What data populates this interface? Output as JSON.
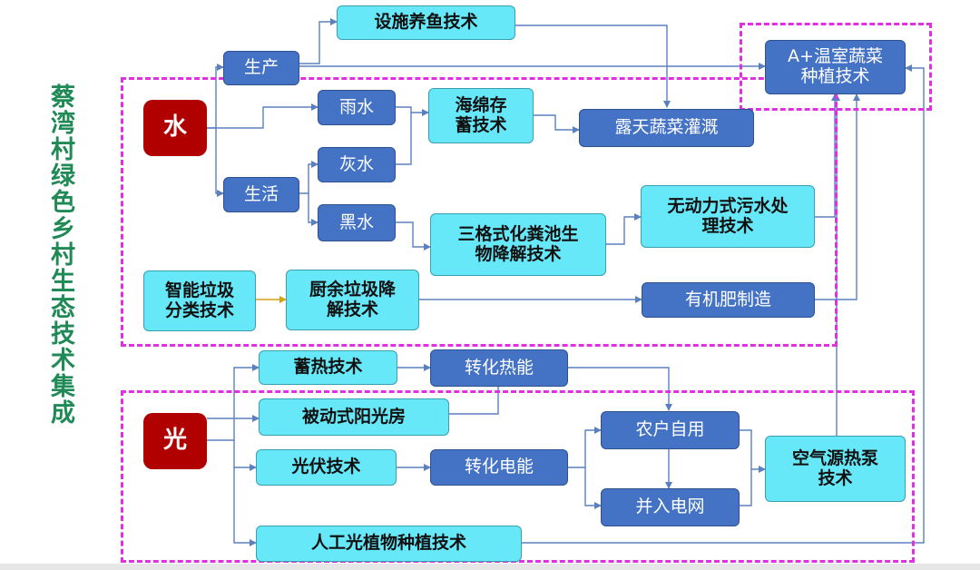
{
  "title": "蔡湾村绿色乡村生态技术集成",
  "colors": {
    "dark_box": "#4472c4",
    "cyan_box": "#66e8f8",
    "source_box": "#b00000",
    "group_border": "#e130e1",
    "title_text": "#1f8a55",
    "connector": "#5b80c0"
  },
  "nodes": {
    "water": "水",
    "light": "光",
    "production": "生产",
    "domestic": "生活",
    "rain": "雨水",
    "grey_water": "灰水",
    "black_water": "黑水",
    "facility_fish": "设施养鱼技术",
    "sponge_storage": "海绵存\n蓄技术",
    "open_irrigation": "露天蔬菜灌溉",
    "greenhouse": "A+温室蔬菜\n种植技术",
    "septic_biodeg": "三格式化粪池生\n物降解技术",
    "unpowered_sewage": "无动力式污水处\n理技术",
    "smart_sorting": "智能垃圾\n分类技术",
    "kitchen_waste": "厨余垃圾降\n解技术",
    "organic_fertilizer": "有机肥制造",
    "heat_storage": "蓄热技术",
    "to_heat": "转化热能",
    "passive_solar": "被动式阳光房",
    "photovoltaic": "光伏技术",
    "to_electric": "转化电能",
    "self_use": "农户自用",
    "grid": "并入电网",
    "air_heat_pump": "空气源热泵\n技术",
    "artificial_light": "人工光植物种植技术"
  }
}
